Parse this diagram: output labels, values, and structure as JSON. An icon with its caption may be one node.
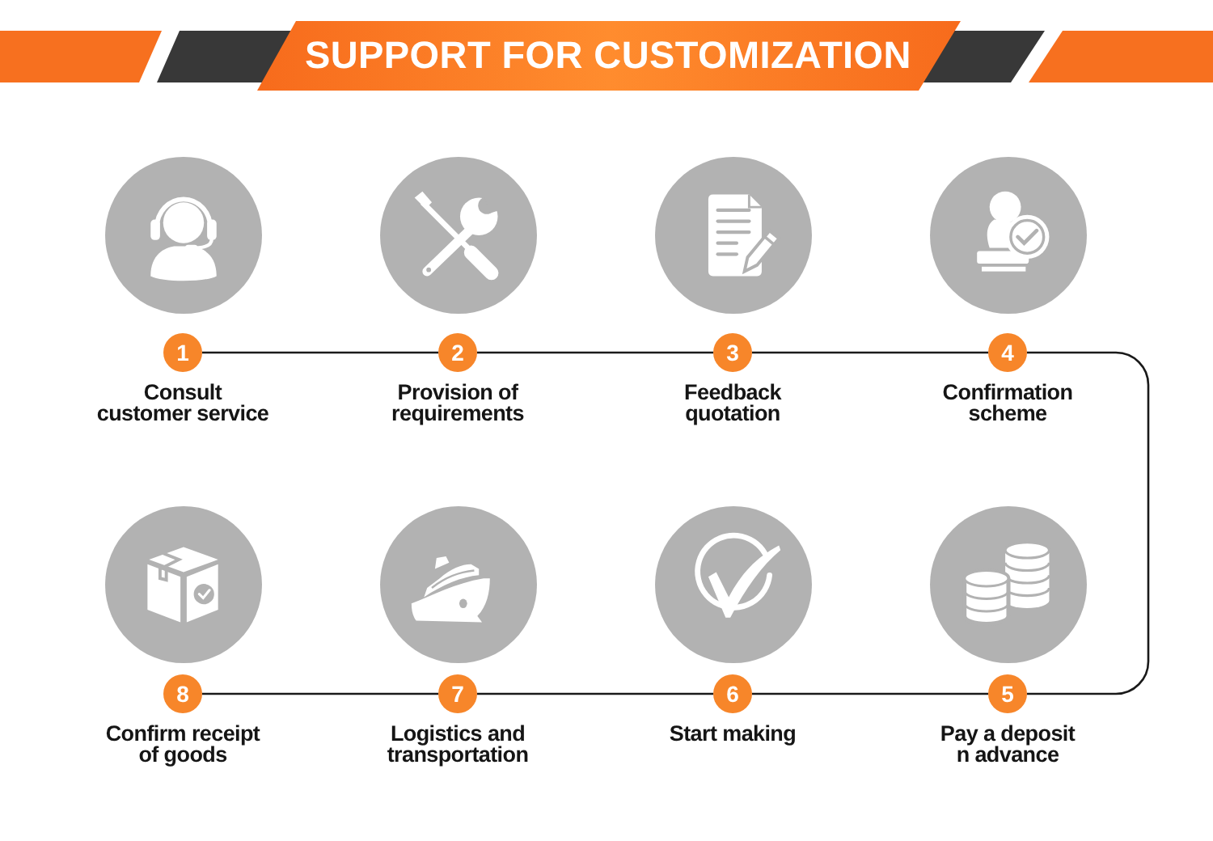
{
  "diagram": {
    "title": "SUPPORT FOR CUSTOMIZATION",
    "nodes": [
      {
        "text": [
          "1"
        ],
        "beside": [
          "Consult customer service"
        ]
      },
      {
        "text": [
          "2"
        ],
        "beside": [
          "Provision of requirements"
        ]
      },
      {
        "text": [
          "3"
        ],
        "beside": [
          "Feedback quotation"
        ]
      },
      {
        "text": [
          "4"
        ],
        "beside": [
          "Confirmation scheme"
        ]
      },
      {
        "text": [
          "5"
        ],
        "beside": [
          "Pay a deposit n advance"
        ]
      },
      {
        "text": [
          "6"
        ],
        "beside": [
          "Start making"
        ]
      },
      {
        "text": [
          "7"
        ],
        "beside": [
          "Logistics and transportation"
        ]
      },
      {
        "text": [
          "8"
        ],
        "beside": [
          "Confirm receipt of goods"
        ]
      }
    ],
    "edges": [
      {
        "from": 0,
        "to": 1,
        "arrow": "none"
      },
      {
        "from": 1,
        "to": 2,
        "arrow": "none"
      },
      {
        "from": 2,
        "to": 3,
        "arrow": "none"
      },
      {
        "from": 3,
        "to": 4,
        "arrow": "none"
      },
      {
        "from": 4,
        "to": 5,
        "arrow": "none"
      },
      {
        "from": 5,
        "to": 6,
        "arrow": "none"
      },
      {
        "from": 6,
        "to": 7,
        "arrow": "none"
      }
    ]
  }
}
